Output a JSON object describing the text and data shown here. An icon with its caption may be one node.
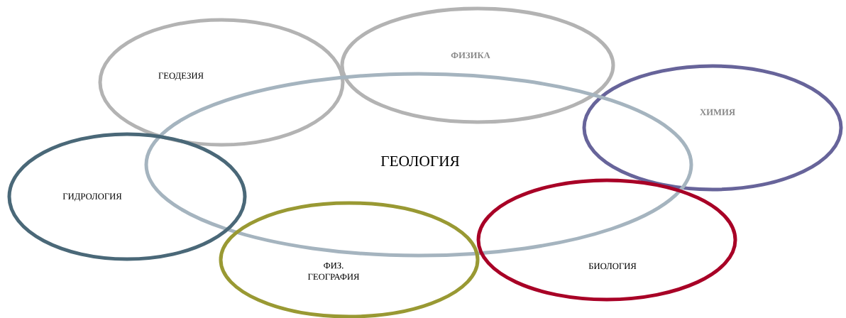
{
  "diagram": {
    "nodes": [
      {
        "text": [
          "ГЕОДЕЗИЯ"
        ]
      },
      {
        "text": [
          "ФИЗИКА"
        ]
      },
      {
        "text": [
          "ХИМИЯ"
        ]
      },
      {
        "text": [
          "ГЕОЛОГИЯ"
        ]
      },
      {
        "text": [
          "ГИДРОЛОГИЯ"
        ]
      },
      {
        "text": [
          "ФИЗ. ГЕОГРАФИЯ"
        ]
      },
      {
        "text": [
          "БИОЛОГИЯ"
        ]
      }
    ]
  }
}
